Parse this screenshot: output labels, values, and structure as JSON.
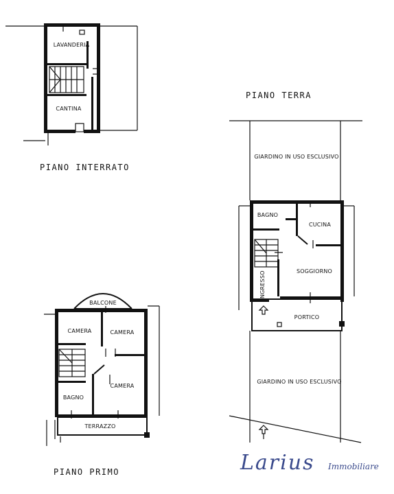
{
  "floors": {
    "interrato": {
      "title": "PIANO INTERRATO",
      "rooms": {
        "lavanderia": "LAVANDERIA",
        "cantina": "CANTINA"
      }
    },
    "terra": {
      "title": "PIANO TERRA",
      "rooms": {
        "giardino_top": "GIARDINO IN USO ESCLUSIVO",
        "bagno": "BAGNO",
        "cucina": "CUCINA",
        "soggiorno": "SOGGIORNO",
        "ingresso": "INGRESSO",
        "portico": "PORTICO",
        "giardino_bottom": "GIARDINO IN USO ESCLUSIVO"
      }
    },
    "primo": {
      "title": "PIANO PRIMO",
      "rooms": {
        "balcone": "BALCONE",
        "camera_1": "CAMERA",
        "camera_2": "CAMERA",
        "camera_3": "CAMERA",
        "bagno": "BAGNO",
        "terrazzo": "TERRAZZO"
      }
    }
  },
  "logo": {
    "brand": "Larius",
    "subtitle": "Immobiliare",
    "color": "#3a4a8c"
  }
}
